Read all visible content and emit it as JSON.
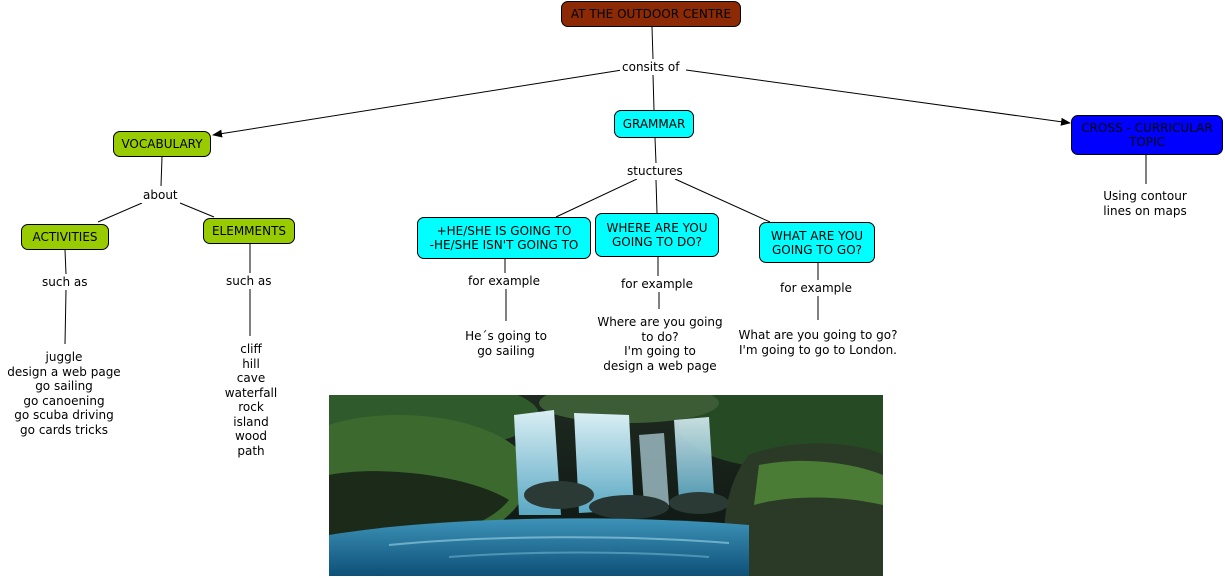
{
  "map": {
    "root": "AT THE OUTDOOR CENTRE",
    "root_link": "consits of",
    "vocabulary": "VOCABULARY",
    "vocab_link": "about",
    "activities": "ACTIVITIES",
    "activities_link": "such as",
    "activities_list": [
      "juggle",
      "design a web page",
      "go sailing",
      "go canoening",
      "go scuba driving",
      "go cards tricks"
    ],
    "elements": "ELEMMENTS",
    "elements_link": "such as",
    "elements_list": [
      "cliff",
      "hill",
      "cave",
      "waterfall",
      "rock",
      "island",
      "wood",
      "path"
    ],
    "grammar": "GRAMMAR",
    "grammar_link": "stuctures",
    "structure1": [
      "+HE/SHE IS GOING TO",
      "-HE/SHE ISN'T GOING TO"
    ],
    "structure1_link": "for example",
    "structure1_example": [
      "He´s going to",
      "go sailing"
    ],
    "structure2": [
      "WHERE ARE YOU",
      "GOING TO DO?"
    ],
    "structure2_link": "for example",
    "structure2_example": [
      "Where are you going",
      "to do?",
      "I'm going to",
      "design a web page"
    ],
    "structure3": [
      "WHAT ARE YOU",
      "GOING TO GO?"
    ],
    "structure3_link": "for example",
    "structure3_example": [
      "What are you going to go?",
      "I'm going to go to London."
    ],
    "cross": [
      "CROSS - CURRICULAR",
      "TOPIC"
    ],
    "cross_example": [
      "Using contour",
      "lines on maps"
    ]
  },
  "colors": {
    "root": "#8b2a04",
    "vocabulary_nodes": "#99cc00",
    "grammar_nodes": "#00ffff",
    "cross_node": "#0000ff"
  },
  "image": {
    "subject": "waterfall-photo"
  }
}
